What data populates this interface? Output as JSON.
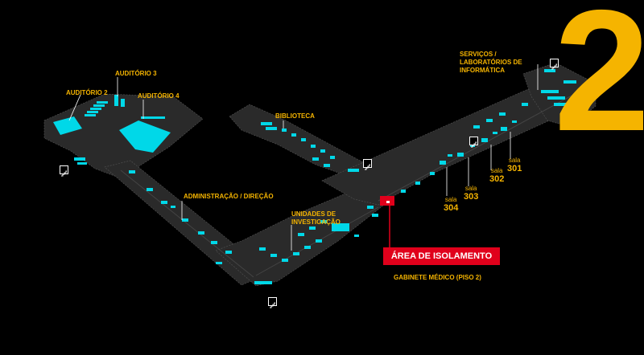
{
  "floor": {
    "number": "2"
  },
  "labels": {
    "auditorio2": "AUDITÓRIO 2",
    "auditorio3": "AUDITÓRIO 3",
    "auditorio4": "AUDITÓRIO 4",
    "biblioteca": "BIBLIOTECA",
    "administracao": "ADMINISTRAÇÃO / DIREÇÃO",
    "unidades": "UNIDADES DE INVESTIGAÇÃO",
    "servicos": "SERVIÇOS / LABORATÓRIOS DE INFORMÁTICA"
  },
  "salas": [
    {
      "word": "sala",
      "num": "304"
    },
    {
      "word": "sala",
      "num": "303"
    },
    {
      "word": "sala",
      "num": "302"
    },
    {
      "word": "sala",
      "num": "301"
    }
  ],
  "isolation": {
    "title": "ÁREA DE ISOLAMENTO",
    "subtitle": "GABINETE MÉDICO (PISO 2)"
  },
  "colors": {
    "background": "#000000",
    "floor_plate": "#2a2a2a",
    "room": "#00d8e8",
    "label": "#f5b400",
    "isolation": "#e0001b",
    "stairs": "#ffffff"
  },
  "icons": [
    "stairs-icon"
  ]
}
